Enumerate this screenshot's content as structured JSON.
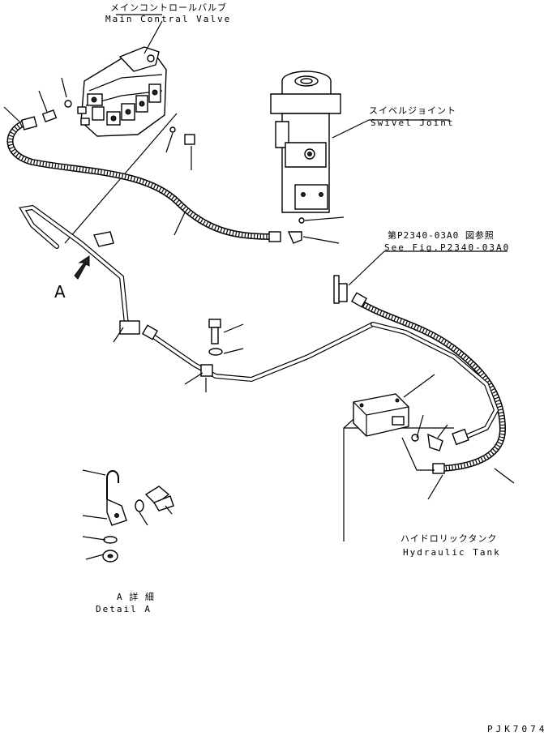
{
  "labels": {
    "main_valve_jp": "メインコントロールバルブ",
    "main_valve_en": "Main Contral Valve",
    "swivel_jp": "スイベルジョイント",
    "swivel_en": "Swivel Joint",
    "see_fig_jp": "第P2340-03A0 図参照",
    "see_fig_en": "See Fig.P2340-03A0",
    "view_a": "A",
    "detail_jp": "A 詳 細",
    "detail_en": "Detail A",
    "tank_jp": "ハイドロリックタンク",
    "tank_en": "Hydraulic Tank",
    "drawing_code": "PJK7074"
  }
}
